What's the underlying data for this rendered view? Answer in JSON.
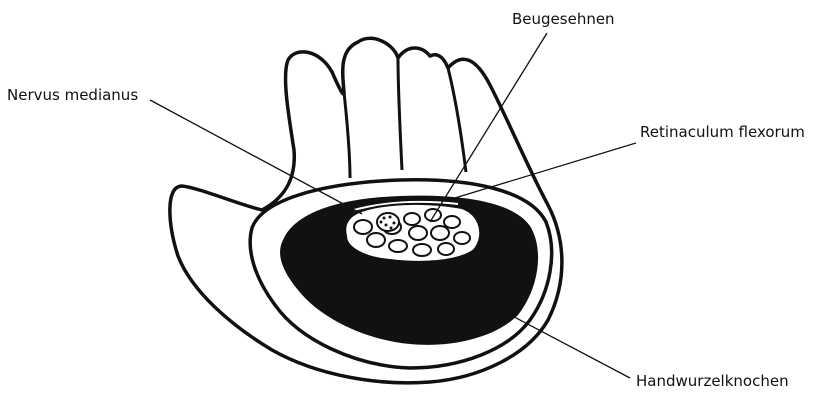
{
  "labels": {
    "flexor_tendons": "Beugesehnen",
    "median_nerve": "Nervus medianus",
    "flexor_retinaculum": "Retinaculum flexorum",
    "carpal_bones": "Handwurzelknochen"
  },
  "colors": {
    "ink": "#111111",
    "background": "#ffffff"
  }
}
